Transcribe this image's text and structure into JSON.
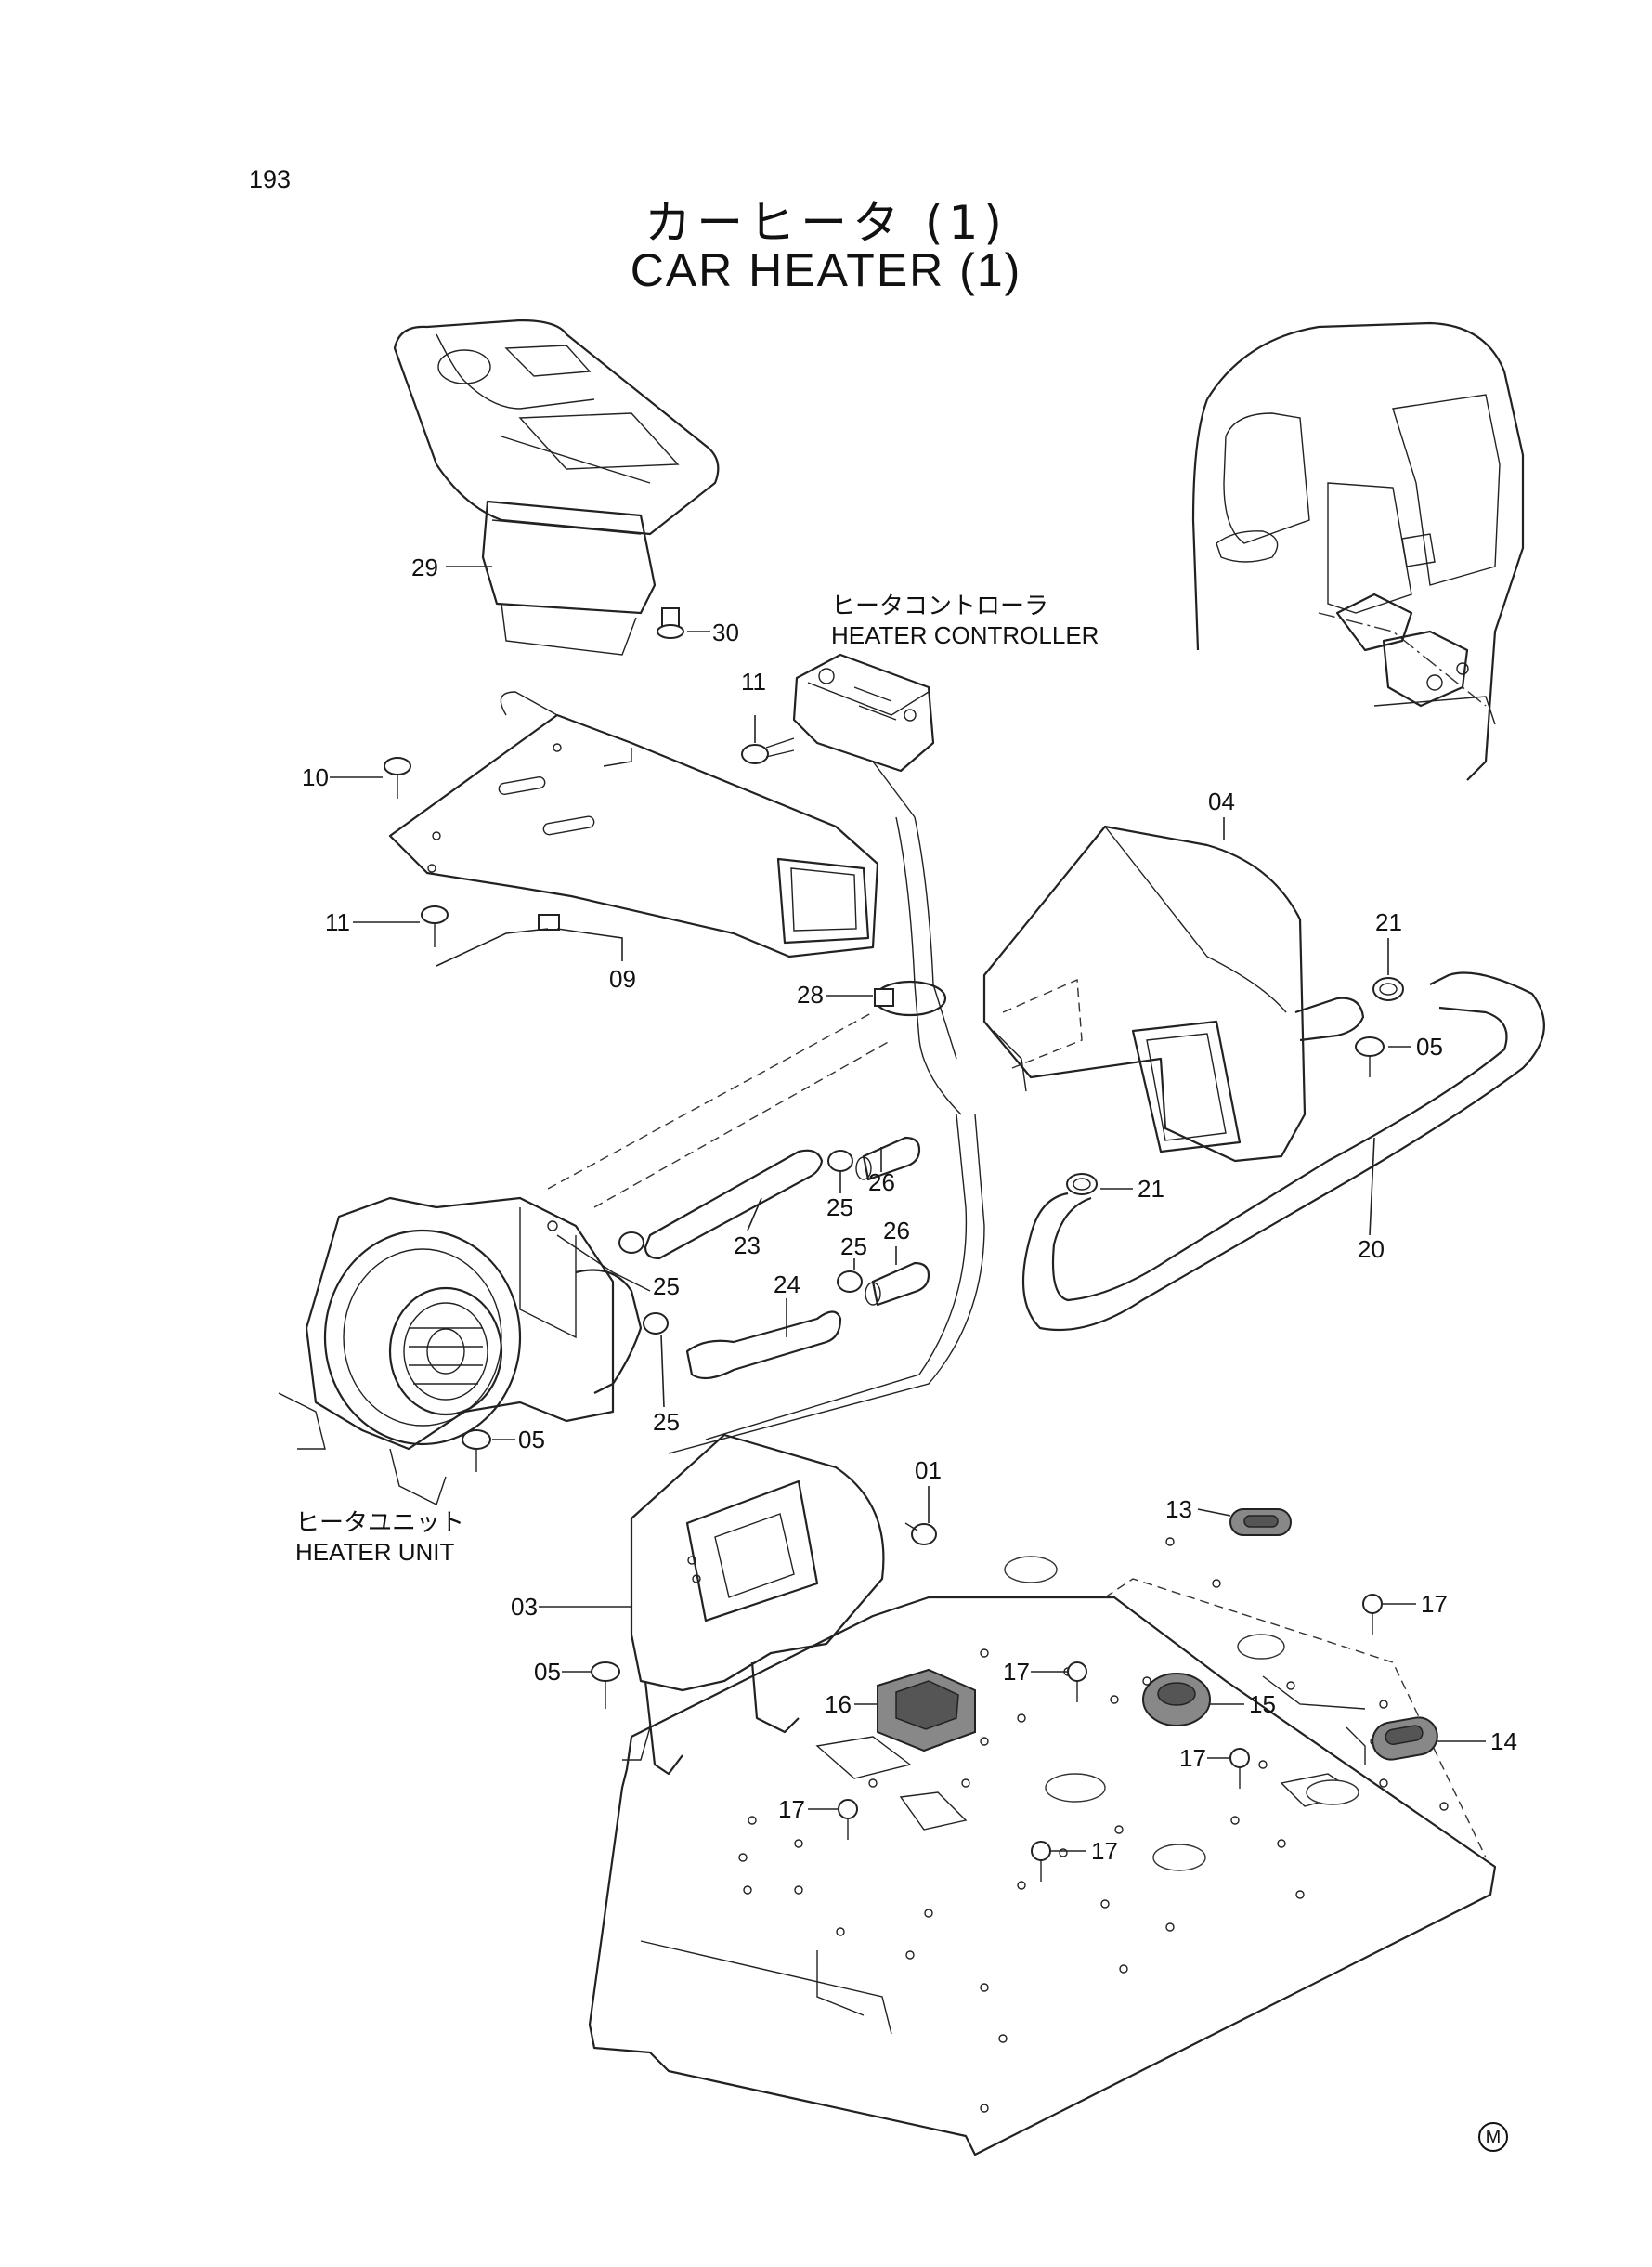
{
  "page_number": "193",
  "title": {
    "jp": "カーヒータ (1)",
    "en": "CAR HEATER (1)"
  },
  "captions": {
    "heater_controller": {
      "jp": "ヒータコントローラ",
      "en": "HEATER CONTROLLER"
    },
    "heater_unit": {
      "jp": "ヒータユニット",
      "en": "HEATER UNIT"
    }
  },
  "part_labels": [
    {
      "id": "29a",
      "text": "29"
    },
    {
      "id": "30a",
      "text": "30"
    },
    {
      "id": "11a",
      "text": "11"
    },
    {
      "id": "10a",
      "text": "10"
    },
    {
      "id": "11b",
      "text": "11"
    },
    {
      "id": "09a",
      "text": "09"
    },
    {
      "id": "04a",
      "text": "04"
    },
    {
      "id": "21a",
      "text": "21"
    },
    {
      "id": "28a",
      "text": "28"
    },
    {
      "id": "05a",
      "text": "05"
    },
    {
      "id": "26a",
      "text": "26"
    },
    {
      "id": "25a",
      "text": "25"
    },
    {
      "id": "21b",
      "text": "21"
    },
    {
      "id": "23a",
      "text": "23"
    },
    {
      "id": "25b",
      "text": "25"
    },
    {
      "id": "26b",
      "text": "26"
    },
    {
      "id": "25c",
      "text": "25"
    },
    {
      "id": "24a",
      "text": "24"
    },
    {
      "id": "20a",
      "text": "20"
    },
    {
      "id": "25d",
      "text": "25"
    },
    {
      "id": "05b",
      "text": "05"
    },
    {
      "id": "01a",
      "text": "01"
    },
    {
      "id": "13a",
      "text": "13"
    },
    {
      "id": "03a",
      "text": "03"
    },
    {
      "id": "17a",
      "text": "17"
    },
    {
      "id": "05c",
      "text": "05"
    },
    {
      "id": "17b",
      "text": "17"
    },
    {
      "id": "16a",
      "text": "16"
    },
    {
      "id": "15a",
      "text": "15"
    },
    {
      "id": "14a",
      "text": "14"
    },
    {
      "id": "17c",
      "text": "17"
    },
    {
      "id": "17d",
      "text": "17"
    },
    {
      "id": "17e",
      "text": "17"
    }
  ],
  "mark": "M"
}
